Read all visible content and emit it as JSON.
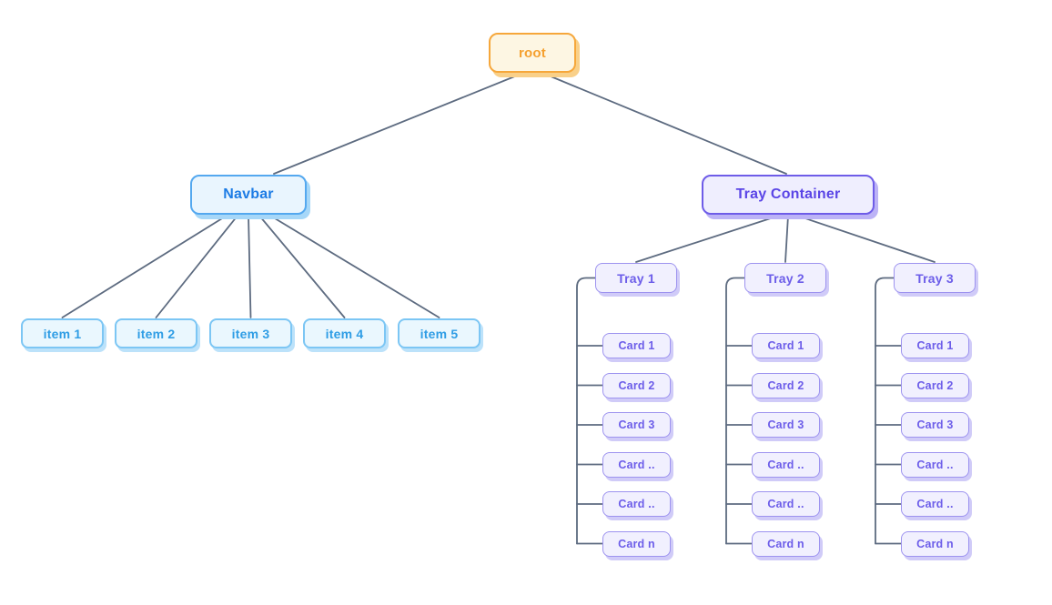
{
  "diagram": {
    "root": {
      "label": "root"
    },
    "navbar": {
      "label": "Navbar",
      "items": [
        {
          "label": "item 1"
        },
        {
          "label": "item 2"
        },
        {
          "label": "item 3"
        },
        {
          "label": "item 4"
        },
        {
          "label": "item 5"
        }
      ]
    },
    "tray_container": {
      "label": "Tray Container",
      "trays": [
        {
          "label": "Tray 1",
          "cards": [
            {
              "label": "Card 1"
            },
            {
              "label": "Card 2"
            },
            {
              "label": "Card 3"
            },
            {
              "label": "Card .."
            },
            {
              "label": "Card .."
            },
            {
              "label": "Card n"
            }
          ]
        },
        {
          "label": "Tray 2",
          "cards": [
            {
              "label": "Card 1"
            },
            {
              "label": "Card 2"
            },
            {
              "label": "Card 3"
            },
            {
              "label": "Card .."
            },
            {
              "label": "Card .."
            },
            {
              "label": "Card n"
            }
          ]
        },
        {
          "label": "Tray 3",
          "cards": [
            {
              "label": "Card 1"
            },
            {
              "label": "Card 2"
            },
            {
              "label": "Card 3"
            },
            {
              "label": "Card .."
            },
            {
              "label": "Card .."
            },
            {
              "label": "Card n"
            }
          ]
        }
      ]
    }
  },
  "colors": {
    "connector": "#5d6b80",
    "root": {
      "bg": "#fdf6e3",
      "border": "#f6a73b",
      "text": "#f5a02f",
      "shadow": "#f9d089"
    },
    "navbar": {
      "bg": "#e9f5fe",
      "border": "#54a8ef",
      "text": "#1d7ce5",
      "shadow": "#a6d7f8"
    },
    "item": {
      "bg": "#eaf7fe",
      "border": "#7cc6f4",
      "text": "#2f9de5",
      "shadow": "#bce2fa"
    },
    "tray_container": {
      "bg": "#efeefe",
      "border": "#6e5ce8",
      "text": "#5a45e6",
      "shadow": "#bcb3f6"
    },
    "tray": {
      "bg": "#f1f0fe",
      "border": "#9d93ef",
      "text": "#6c5de9",
      "shadow": "#d0cbf8"
    },
    "card": {
      "bg": "#f1f0fe",
      "border": "#9d93ef",
      "text": "#6c5de9",
      "shadow": "#d0cbf8"
    }
  }
}
